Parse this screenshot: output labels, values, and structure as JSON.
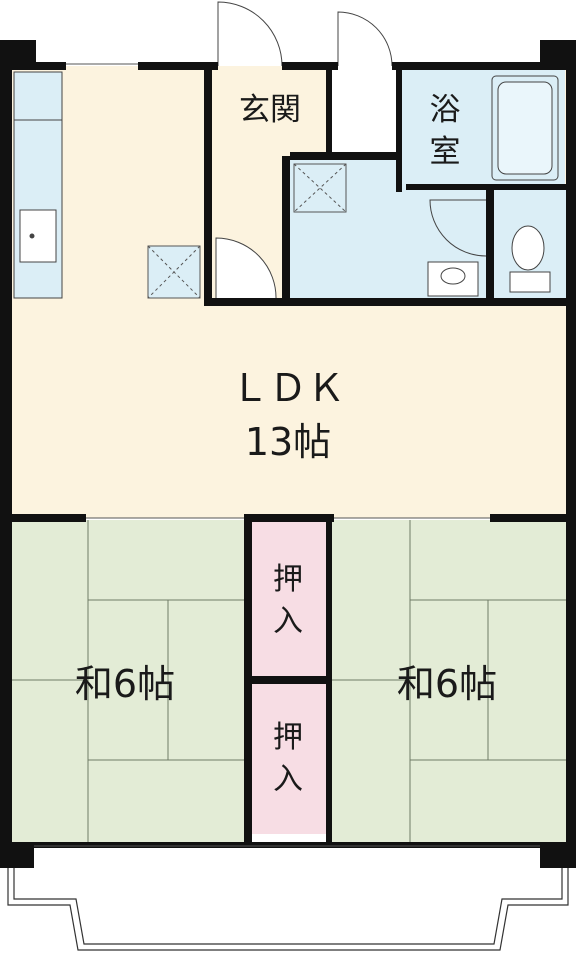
{
  "rooms": {
    "entrance": {
      "label": "玄関"
    },
    "bath": {
      "line1": "浴",
      "line2": "室"
    },
    "ldk": {
      "name": "ＬＤＫ",
      "size": "13帖"
    },
    "washitsu_left": {
      "label": "和6帖"
    },
    "washitsu_right": {
      "label": "和6帖"
    },
    "closet_upper": {
      "line1": "押",
      "line2": "入"
    },
    "closet_lower": {
      "line1": "押",
      "line2": "入"
    }
  },
  "colors": {
    "ldk_floor": "#fcf3df",
    "tatami": "#e3ecd6",
    "wet_area": "#dbeef6",
    "closet": "#f7dde4",
    "wall": "#111111"
  }
}
